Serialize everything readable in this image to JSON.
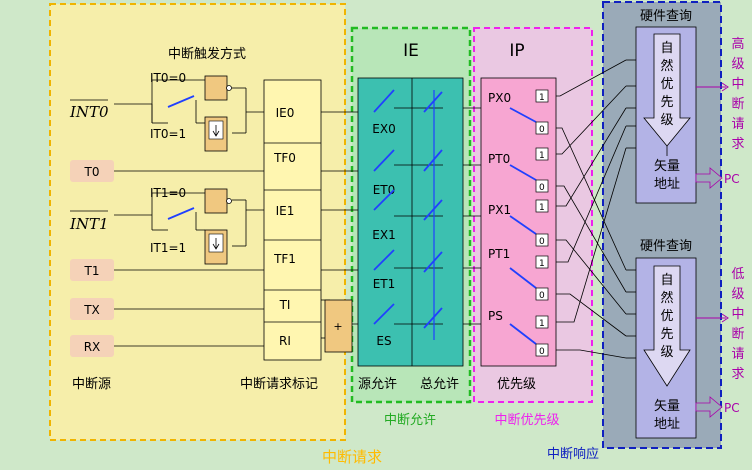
{
  "sources": {
    "int0": "INT0",
    "t0": "T0",
    "int1": "INT1",
    "t1": "T1",
    "tx": "TX",
    "rx": "RX",
    "caption": "中断源"
  },
  "trigger": {
    "title": "中断触发方式",
    "it0_0": "IT0=0",
    "it0_1": "IT0=1",
    "it1_0": "IT1=0",
    "it1_1": "IT1=1"
  },
  "flags": {
    "items": [
      "IE0",
      "TF0",
      "IE1",
      "TF1",
      "TI",
      "RI"
    ],
    "caption": "中断请求标记",
    "or_symbol": "+"
  },
  "ie_register": {
    "title": "IE",
    "items": [
      "EX0",
      "ET0",
      "EX1",
      "ET1",
      "ES"
    ],
    "source_caption": "源允许",
    "global_caption": "总允许"
  },
  "ip_register": {
    "title": "IP",
    "items": [
      "PX0",
      "PT0",
      "PX1",
      "PT1",
      "PS"
    ],
    "caption": "优先级",
    "one": "1",
    "zero": "0"
  },
  "response": {
    "hw_query": "硬件查询",
    "order_text": "自然优先级",
    "vector": "矢量地址",
    "pc": "PC",
    "high_label": "高级中断请求",
    "low_label": "低级中断请求"
  },
  "sections": {
    "request": "中断请求",
    "enable": "中断允许",
    "priority": "中断优先级",
    "response": "中断响应"
  },
  "colors": {
    "request_border": "#f0b400",
    "enable_border": "#22bb22",
    "priority_border": "#ee22ee",
    "response_border": "#1020c0",
    "ie_fill": "#3cc0b0",
    "ip_fill": "#f7a6d2",
    "flag_fill": "#fff6b0",
    "source_fill": "#f5d2b8",
    "query_fill": "#b3b3e6",
    "response_fill": "#9aaab8",
    "switch_line": "#2040ff",
    "label_purple": "#aa00aa",
    "label_orange": "#ffbb00",
    "label_green": "#22aa22",
    "label_magenta": "#ee22ee",
    "label_blue": "#1020c0"
  }
}
